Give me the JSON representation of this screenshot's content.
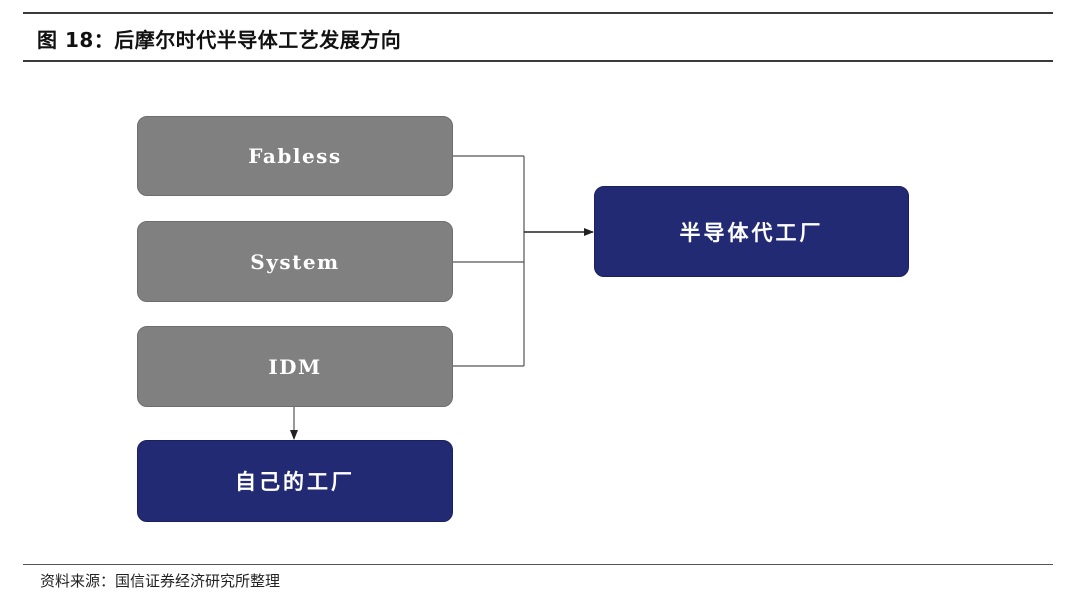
{
  "figure": {
    "title": "图 18：后摩尔时代半导体工艺发展方向",
    "source": "资料来源：国信证券经济研究所整理"
  },
  "diagram": {
    "nodes": {
      "fabless": "Fabless",
      "system": "System",
      "idm": "IDM",
      "own_fab": "自己的工厂",
      "foundry": "半导体代工厂"
    },
    "edges": [
      {
        "from": "fabless",
        "to": "foundry"
      },
      {
        "from": "system",
        "to": "foundry"
      },
      {
        "from": "idm",
        "to": "foundry"
      },
      {
        "from": "idm",
        "to": "own_fab"
      }
    ]
  },
  "colors": {
    "gray_box": "#808080",
    "navy_box": "#232a74",
    "connector": "#555555",
    "arrow": "#222222"
  }
}
